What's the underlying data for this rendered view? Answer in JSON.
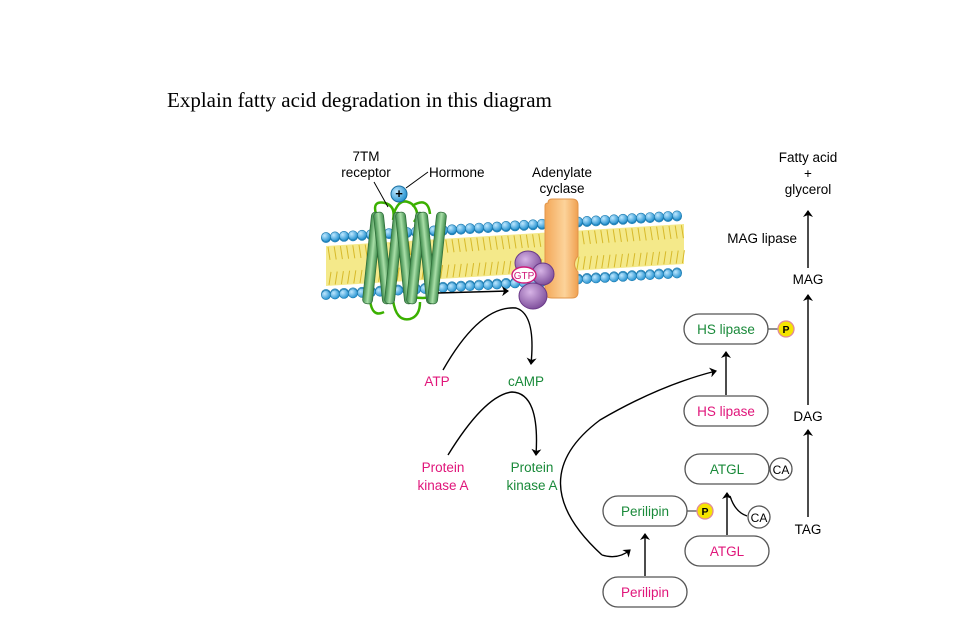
{
  "question": "Explain fatty acid degradation in this diagram",
  "colors": {
    "magenta": "#e0157a",
    "green": "#1a8a3a",
    "lipid_head": "#3aa9e0",
    "lipid_tail": "#e8d84a",
    "receptor_line": "#3bb000",
    "receptor_helix": "#6dbe7a",
    "cyclase": "#f7b96a",
    "g_protein": "#a070b8",
    "phosphate": "#f5e400"
  },
  "membrane": {
    "receptor_label_line1": "7TM",
    "receptor_label_line2": "receptor",
    "hormone_label": "Hormone",
    "hormone_symbol": "+",
    "cyclase_label_line1": "Adenylate",
    "cyclase_label_line2": "cyclase",
    "gtp_label": "GTP"
  },
  "camp_pathway": {
    "atp": "ATP",
    "camp": "cAMP",
    "pka_inactive_line1": "Protein",
    "pka_inactive_line2": "kinase A",
    "pka_active_line1": "Protein",
    "pka_active_line2": "kinase A"
  },
  "enzymes": {
    "hs_lipase_active": "HS lipase",
    "hs_lipase_inactive": "HS lipase",
    "atgl_active": "ATGL",
    "atgl_inactive": "ATGL",
    "perilipin_phosphorylated": "Perilipin",
    "perilipin": "Perilipin",
    "phosphate": "P",
    "ca_1": "CA",
    "ca_2": "CA"
  },
  "lipolysis": {
    "products_line1": "Fatty acid",
    "products_line2": "+",
    "products_line3": "glycerol",
    "mag_lipase": "MAG lipase",
    "mag": "MAG",
    "dag": "DAG",
    "tag": "TAG"
  }
}
